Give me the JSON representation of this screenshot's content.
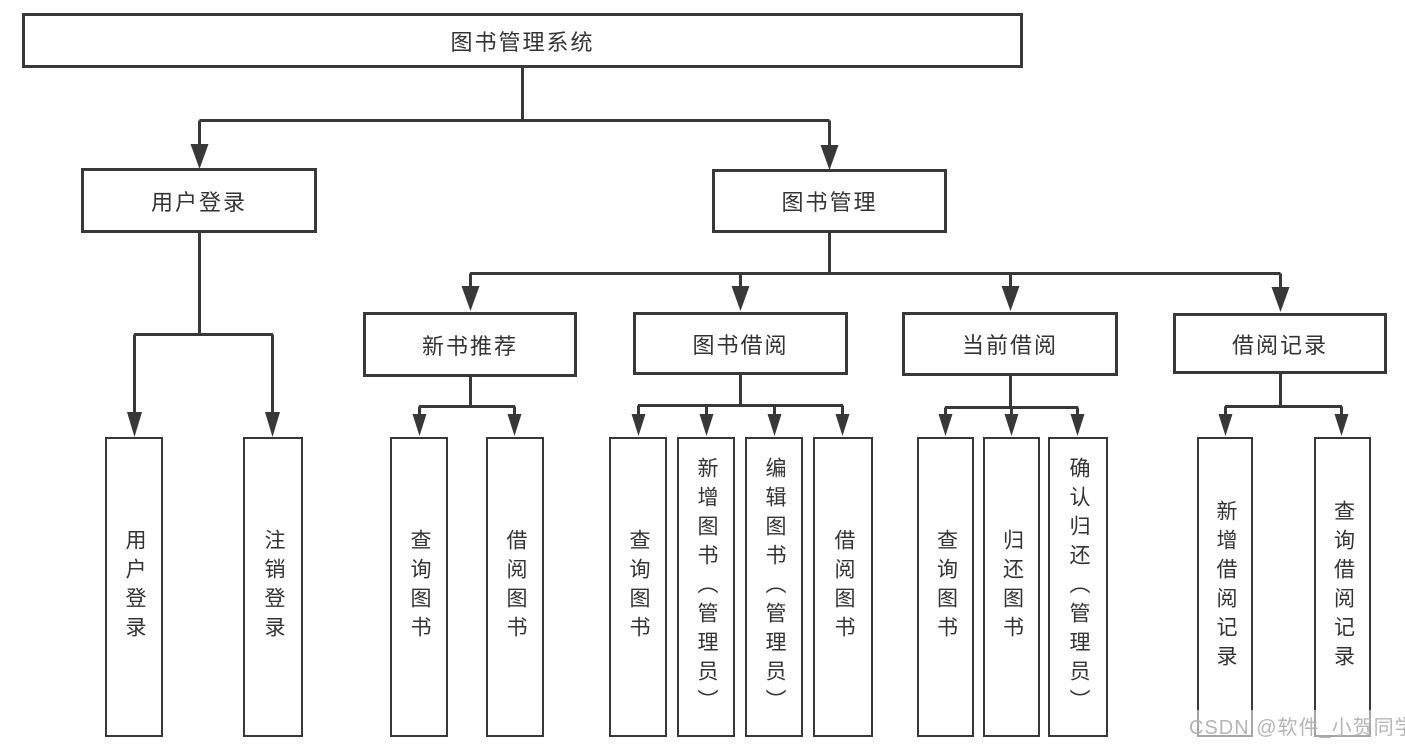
{
  "diagram": {
    "root": {
      "label": "图书管理系统"
    },
    "branches": [
      {
        "label": "用户登录",
        "children": [
          {
            "label": "用户登录"
          },
          {
            "label": "注销登录"
          }
        ]
      },
      {
        "label": "图书管理",
        "children": [
          {
            "label": "新书推荐",
            "children": [
              {
                "label": "查询图书"
              },
              {
                "label": "借阅图书"
              }
            ]
          },
          {
            "label": "图书借阅",
            "children": [
              {
                "label": "查询图书"
              },
              {
                "label": "新增图书（管理员）"
              },
              {
                "label": "编辑图书（管理员）"
              },
              {
                "label": "借阅图书"
              }
            ]
          },
          {
            "label": "当前借阅",
            "children": [
              {
                "label": "查询图书"
              },
              {
                "label": "归还图书"
              },
              {
                "label": "确认归还（管理员）"
              }
            ]
          },
          {
            "label": "借阅记录",
            "children": [
              {
                "label": "新增借阅记录"
              },
              {
                "label": "查询借阅记录"
              }
            ]
          }
        ]
      }
    ]
  },
  "watermark": {
    "text": "CSDN @软件_小贺同学"
  },
  "colors": {
    "line": "#383838",
    "text": "#333333",
    "watermark": "#b5b5b5"
  }
}
